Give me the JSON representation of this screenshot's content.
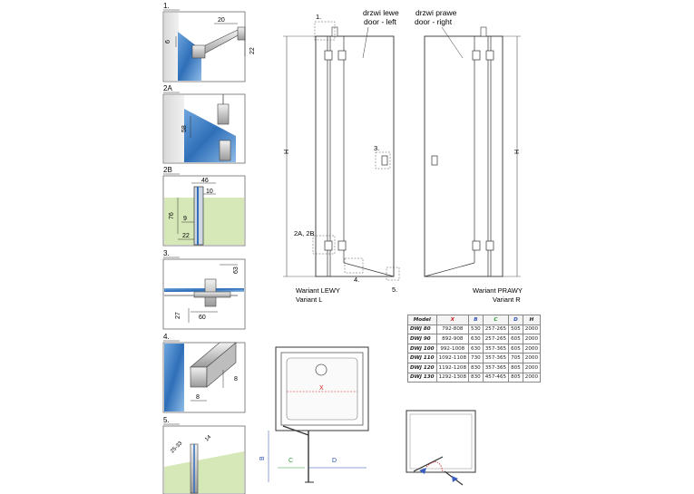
{
  "panels": [
    {
      "num": "1.",
      "dims": [
        "20",
        "6",
        "22"
      ]
    },
    {
      "num": "2A",
      "dims": [
        "58"
      ]
    },
    {
      "num": "2B",
      "dims": [
        "46",
        "10",
        "76",
        "9",
        "22"
      ]
    },
    {
      "num": "3.",
      "dims": [
        "63",
        "27",
        "60"
      ]
    },
    {
      "num": "4.",
      "dims": [
        "8",
        "8"
      ]
    },
    {
      "num": "5.",
      "dims": [
        "25-33",
        "14"
      ]
    }
  ],
  "doors": {
    "left_title_line1": "drzwi lewe",
    "left_title_line2": "door - left",
    "right_title_line1": "drzwi prawe",
    "right_title_line2": "door - right",
    "left_variant_line1": "Wariant LEWY",
    "left_variant_line2": "Variant L",
    "right_variant_line1": "Wariant PRAWY",
    "right_variant_line2": "Variant R",
    "height_label_left": "H",
    "height_label_right": "H",
    "callouts": {
      "c1": "1.",
      "c3": "3.",
      "c2": "2A, 2B",
      "c4": "4.",
      "c5": "5."
    }
  },
  "table": {
    "headers": [
      "Model",
      "X",
      "B",
      "C",
      "D",
      "H"
    ],
    "rows": [
      [
        "DWJ 80",
        "792-808",
        "530",
        "257-265",
        "505",
        "2000"
      ],
      [
        "DWJ 90",
        "892-908",
        "630",
        "257-265",
        "605",
        "2000"
      ],
      [
        "DWJ 100",
        "992-1008",
        "630",
        "357-365",
        "605",
        "2000"
      ],
      [
        "DWJ 110",
        "1092-1108",
        "730",
        "357-365",
        "705",
        "2000"
      ],
      [
        "DWJ 120",
        "1192-1208",
        "830",
        "357-365",
        "805",
        "2000"
      ],
      [
        "DWJ 130",
        "1292-1308",
        "830",
        "457-465",
        "805",
        "2000"
      ]
    ]
  },
  "plan": {
    "x_label": "X",
    "b_label": "B",
    "c_label": "C",
    "d_label": "D"
  },
  "colors": {
    "glass": "#2f6fb8",
    "wall_green": "#d6e8b8",
    "dim_red": "#d02020",
    "dim_blue": "#2a4fb0",
    "dim_green": "#2a9a3a",
    "arrow_blue": "#3a5fc0"
  }
}
